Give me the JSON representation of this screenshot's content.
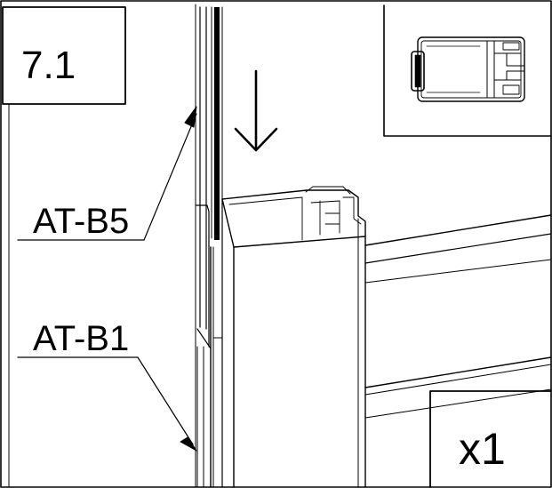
{
  "step": {
    "number": "7.1"
  },
  "quantity": {
    "text": "x1"
  },
  "callouts": [
    {
      "part": "AT-B5"
    },
    {
      "part": "AT-B1"
    }
  ],
  "colors": {
    "line": "#000000",
    "background": "#ffffff"
  },
  "icons": {
    "direction": "down-arrow-icon"
  }
}
